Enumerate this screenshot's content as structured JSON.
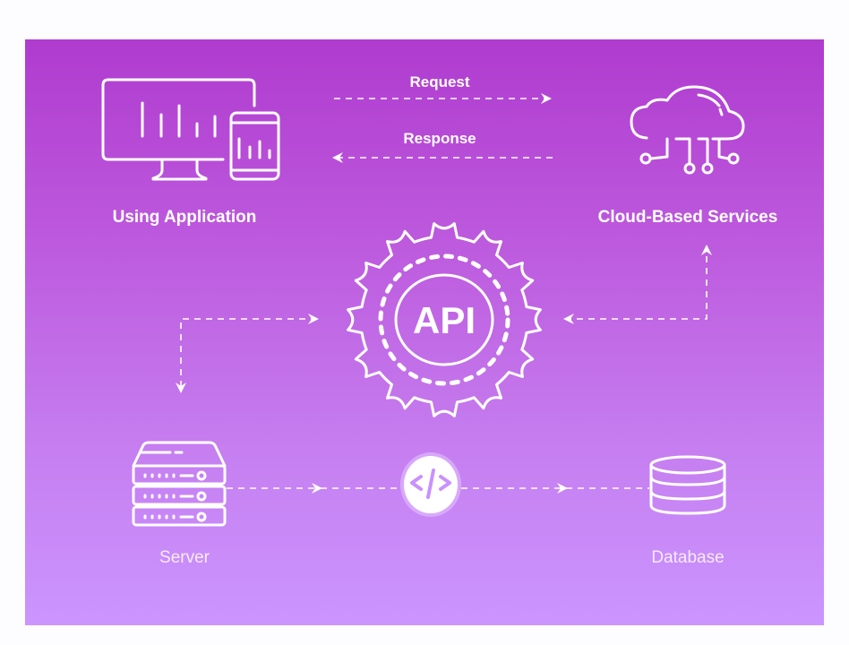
{
  "colors": {
    "panel_top": "#b03bcf",
    "panel_bottom": "#cb95ff",
    "stroke": "#ffffff",
    "code_glyph": "#c990ff"
  },
  "nodes": {
    "app": {
      "label": "Using Application",
      "icon": "monitor-phone-chart-icon"
    },
    "cloud": {
      "label": "Cloud-Based Services",
      "icon": "cloud-network-icon"
    },
    "api": {
      "label": "API",
      "icon": "gear-icon"
    },
    "server": {
      "label": "Server",
      "icon": "server-rack-icon"
    },
    "code": {
      "label": "</>",
      "icon": "code-icon"
    },
    "database": {
      "label": "Database",
      "icon": "database-icon"
    }
  },
  "edges": [
    {
      "from": "app",
      "to": "cloud",
      "label": "Request"
    },
    {
      "from": "cloud",
      "to": "app",
      "label": "Response"
    },
    {
      "from": "cloud",
      "to": "api",
      "label": ""
    },
    {
      "from": "api",
      "to": "cloud",
      "label": ""
    },
    {
      "from": "server",
      "to": "api",
      "label": ""
    },
    {
      "from": "api",
      "to": "server",
      "label": ""
    },
    {
      "from": "server",
      "to": "code",
      "label": ""
    },
    {
      "from": "code",
      "to": "database",
      "label": ""
    }
  ],
  "labels": {
    "request": "Request",
    "response": "Response"
  }
}
